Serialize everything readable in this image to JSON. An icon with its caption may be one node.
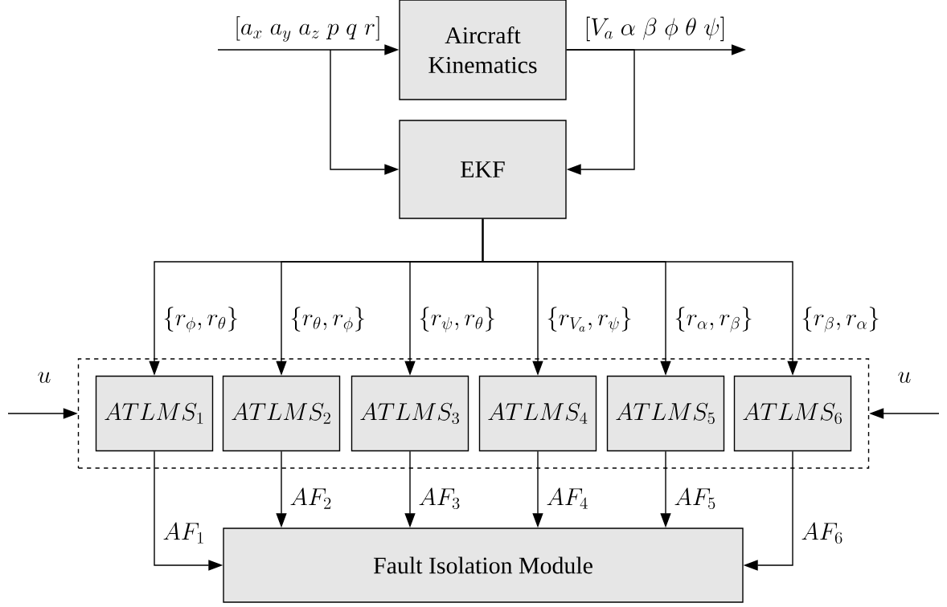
{
  "diagram": {
    "nodes": [
      {
        "text": [
          "Aircraft Kinematics"
        ]
      },
      {
        "text": [
          "EKF"
        ]
      },
      {
        "text": [],
        "shape": "box"
      },
      {
        "text": [
          "ATLMS_1"
        ],
        "in": 2
      },
      {
        "text": [
          "ATLMS_2"
        ],
        "in": 2
      },
      {
        "text": [
          "ATLMS_3"
        ],
        "in": 2
      },
      {
        "text": [
          "ATLMS_4"
        ],
        "in": 2
      },
      {
        "text": [
          "ATLMS_5"
        ],
        "in": 2
      },
      {
        "text": [
          "ATLMS_6"
        ],
        "in": 2
      },
      {
        "text": [
          "Fault Isolation Module"
        ]
      }
    ],
    "edges": [
      {
        "from": null,
        "to": 0,
        "arrow": "to",
        "label": "[a_x\\; a_y\\; a_z\\; p\\; q\\; r]"
      },
      {
        "from": null,
        "to": 1,
        "arrow": "to"
      },
      {
        "from": 0,
        "to": null,
        "arrow": "to",
        "label": "[V_a\\; \\alpha\\; \\beta\\; \\phi\\; \\theta\\; \\psi]"
      },
      {
        "from": 0,
        "to": 1,
        "arrow": "to"
      },
      {
        "from": 1,
        "to": 3,
        "arrow": "to",
        "label": "\\{r_\\phi, r_\\theta\\}"
      },
      {
        "from": 1,
        "to": 4,
        "arrow": "to",
        "label": "\\{r_\\theta, r_\\phi\\}"
      },
      {
        "from": 1,
        "to": 5,
        "arrow": "to",
        "label": "\\{r_\\psi, r_\\theta\\}"
      },
      {
        "from": 1,
        "to": 6,
        "arrow": "to",
        "label": "\\{r_{V_a}, r_\\psi\\}"
      },
      {
        "from": 1,
        "to": 7,
        "arrow": "to",
        "label": "\\{r_\\alpha, r_\\beta\\}"
      },
      {
        "from": 1,
        "to": 8,
        "arrow": "to",
        "label": "\\{r_\\beta, r_\\alpha\\}"
      },
      {
        "from": null,
        "to": 2,
        "arrow": "to",
        "label": "u"
      },
      {
        "from": null,
        "to": 2,
        "arrow": "to",
        "label": "u"
      },
      {
        "from": 3,
        "to": 9,
        "arrow": "to",
        "label": "AF_1"
      },
      {
        "from": 4,
        "to": 9,
        "arrow": "to",
        "label": "AF_2"
      },
      {
        "from": 5,
        "to": 9,
        "arrow": "to",
        "label": "AF_3"
      },
      {
        "from": 6,
        "to": 9,
        "arrow": "to",
        "label": "AF_4"
      },
      {
        "from": 7,
        "to": 9,
        "arrow": "to",
        "label": "AF_5"
      },
      {
        "from": 8,
        "to": 9,
        "arrow": "to",
        "label": "AF_6"
      }
    ]
  }
}
